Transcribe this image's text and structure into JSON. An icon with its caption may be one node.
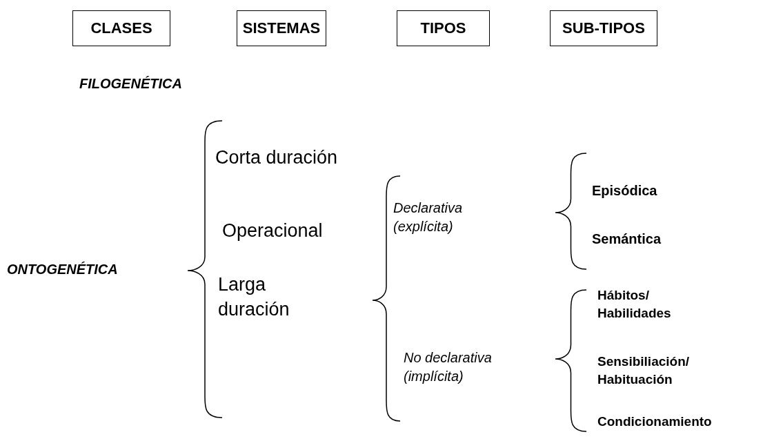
{
  "diagram": {
    "nodes": [
      {
        "text": [
          "CLASES"
        ]
      },
      {
        "text": [
          "SISTEMAS"
        ]
      },
      {
        "text": [
          "TIPOS"
        ]
      },
      {
        "text": [
          "SUB-TIPOS"
        ]
      }
    ],
    "labels": [
      "FILOGENÉTICA",
      "ONTOGENÉTICA",
      "Corta duración",
      "Operacional",
      "Larga duración",
      "Declarativa (explícita)",
      "No declarativa (implícita)",
      "Episódica",
      "Semántica",
      "Hábitos/ Habilidades",
      "Sensibiliación/ Habituación",
      "Condicionamiento"
    ]
  }
}
